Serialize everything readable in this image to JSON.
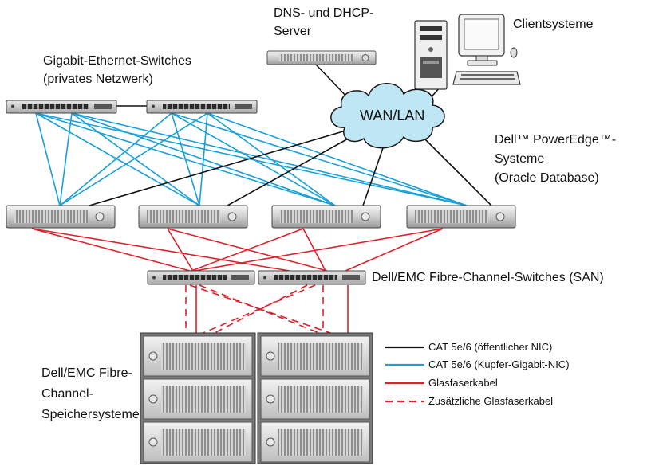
{
  "labels": {
    "dns_line1": "DNS- und DHCP-",
    "dns_line2": "Server",
    "clients": "Clientsysteme",
    "gbe_line1": "Gigabit-Ethernet-Switches",
    "gbe_line2": "(privates Netzwerk)",
    "cloud": "WAN/LAN",
    "dell_line1": "Dell™ PowerEdge™-",
    "dell_line2": "Systeme",
    "dell_line3": "(Oracle Database)",
    "fc_switches": "Dell/EMC Fibre-Channel-Switches (SAN)",
    "storage_line1": "Dell/EMC Fibre-",
    "storage_line2": "Channel-",
    "storage_line3": "Speichersysteme"
  },
  "legend": [
    {
      "label": "CAT 5e/6 (öffentlicher NIC)",
      "color": "#111111",
      "style": "solid"
    },
    {
      "label": "CAT 5e/6 (Kupfer-Gigabit-NIC)",
      "color": "#1aa0d8",
      "style": "solid"
    },
    {
      "label": "Glasfaserkabel",
      "color": "#e0202a",
      "style": "solid"
    },
    {
      "label": "Zusätzliche Glasfaserkabel",
      "color": "#e0202a",
      "style": "dashed"
    }
  ],
  "colors": {
    "public": "#111111",
    "private": "#1aa0d8",
    "fibre": "#e0202a",
    "cloud_fill": "#bfe6f5"
  }
}
